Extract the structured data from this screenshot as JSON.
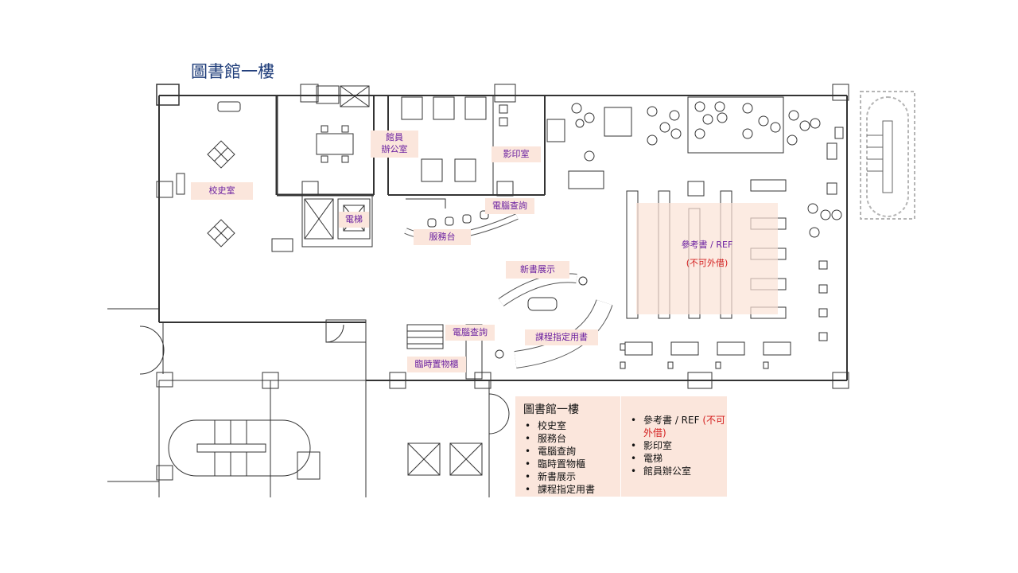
{
  "page_title": "圖書館一樓",
  "rooms": {
    "history_room": "校史室",
    "staff_office_line1": "館員",
    "staff_office_line2": "辦公室",
    "copy_room": "影印室",
    "elevator": "電梯",
    "computer_lookup_top": "電腦查詢",
    "service_desk": "服務台",
    "new_books": "新書展示",
    "reference": "參考書 / REF",
    "reference_note": "(不可外借)",
    "computer_lookup_bottom": "電腦查詢",
    "course_reserves": "課程指定用書",
    "temp_lockers": "臨時置物櫃"
  },
  "legend": {
    "title": "圖書館一樓",
    "col1": [
      "校史室",
      "服務台",
      "電腦查詢",
      "臨時置物櫃",
      "新書展示",
      "課程指定用書"
    ],
    "ref_prefix": "參考書 / REF ",
    "ref_suffix": "(不可外借)",
    "col2_rest": [
      "影印室",
      "電梯",
      "館員辦公室"
    ]
  },
  "colors": {
    "label_bg": "#fbe6dc",
    "label_text": "#6a1fa0",
    "title_text": "#1f3d7a",
    "note_red": "#d42020",
    "wall": "#222222",
    "stairs_dashed": "#b5b5b5"
  }
}
